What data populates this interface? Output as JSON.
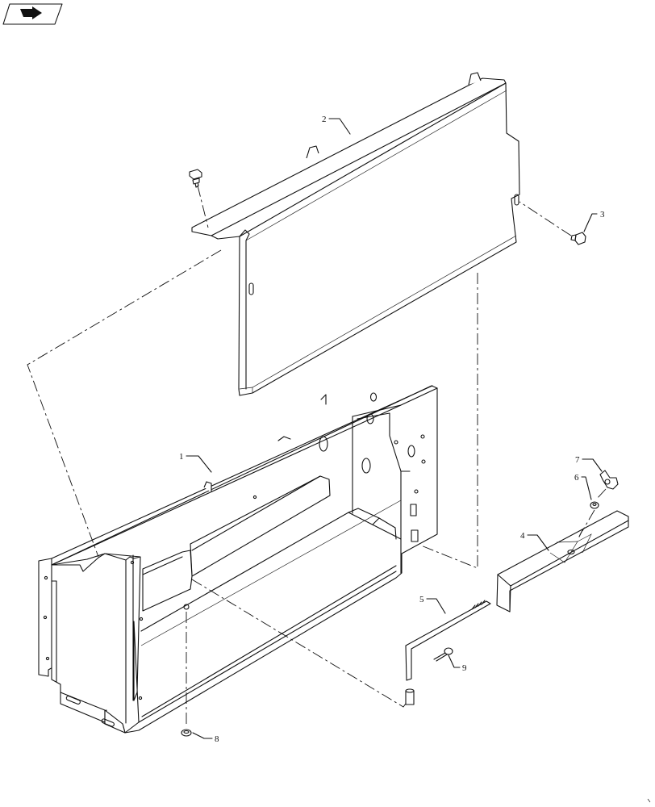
{
  "nav_icon": "arrow-right-icon",
  "callouts": [
    {
      "label": "1",
      "part": "battery-box"
    },
    {
      "label": "2",
      "part": "cover"
    },
    {
      "label": "3",
      "part": "bolt"
    },
    {
      "label": "4",
      "part": "retainer-bar"
    },
    {
      "label": "5",
      "part": "rod"
    },
    {
      "label": "6",
      "part": "washer"
    },
    {
      "label": "7",
      "part": "wing-nut"
    },
    {
      "label": "8",
      "part": "grommet"
    },
    {
      "label": "9",
      "part": "cotter-pin"
    }
  ]
}
